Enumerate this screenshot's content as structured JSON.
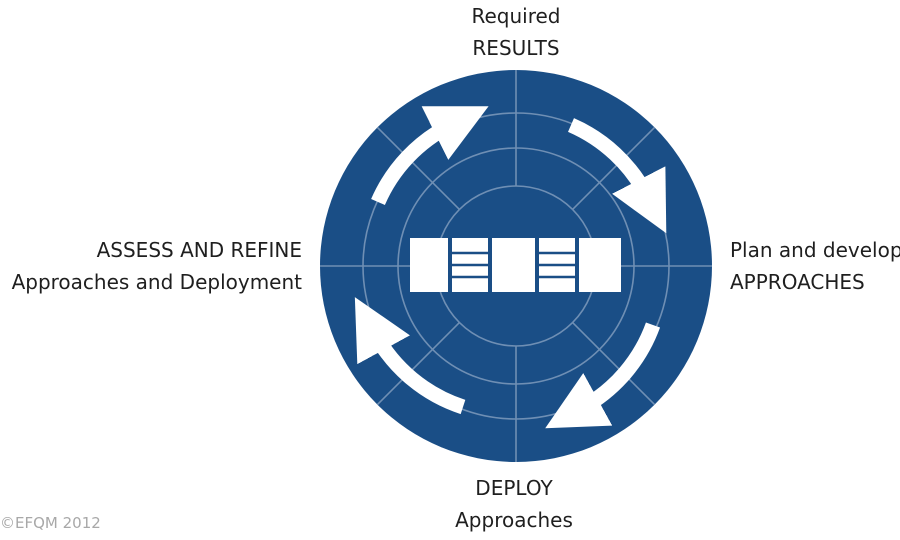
{
  "colors": {
    "disc": "#1a4e86",
    "rings": "#6f8fb4",
    "arrows": "#ffffff",
    "logo": "#ffffff",
    "text": "#1f1f1f",
    "copyright": "#a8a8a8"
  },
  "labels": {
    "top": {
      "line1": "Required",
      "line2": "RESULTS"
    },
    "right": {
      "line1": "Plan and develop",
      "line2": "APPROACHES"
    },
    "left": {
      "line1": "ASSESS AND REFINE",
      "line2": "Approaches and Deployment"
    },
    "bottom": {
      "line1": "DEPLOY",
      "line2": "Approaches"
    }
  },
  "copyright": "©EFQM 2012",
  "icons": {
    "cycle_arrows": "clockwise-cycle-arrow-icon",
    "center_logo": "efqm-logo-icon"
  }
}
